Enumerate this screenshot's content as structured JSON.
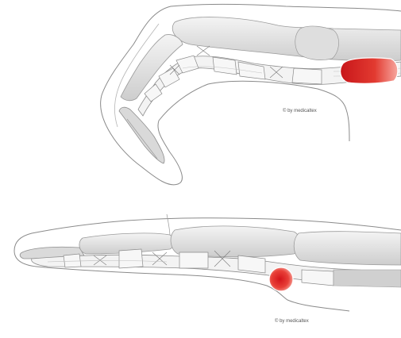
{
  "figure": {
    "top_panel": {
      "copyright": "© by medicaltex"
    },
    "bottom_panel": {
      "copyright": "© by medicaltex"
    }
  },
  "colors": {
    "skin_outline": "#8a8a8a",
    "bone_fill": "#e7e7e7",
    "bone_stroke": "#9a9a9a",
    "tendon_fill": "#f2f2f2",
    "tendon_stroke": "#8c8c8c",
    "sheath_fill": "#cfcfcf",
    "inflammation_core": "#d81f1f",
    "inflammation_edge": "#f6a0a0"
  },
  "icons": [
    "bent-finger-illustration",
    "straight-finger-illustration",
    "inflamed-nodule-marker"
  ]
}
